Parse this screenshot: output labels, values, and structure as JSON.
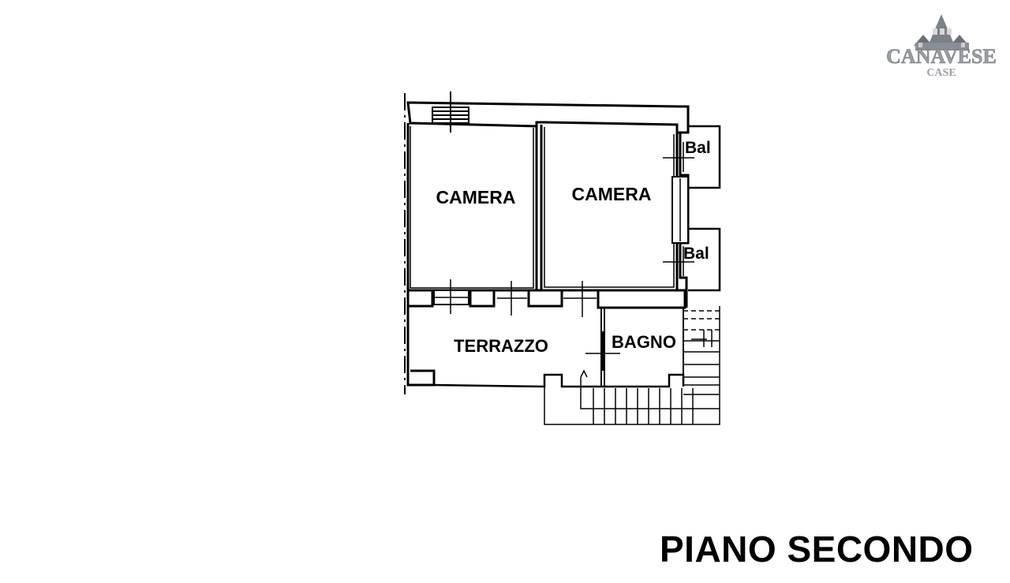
{
  "logo": {
    "brand": "CANAVESE",
    "sub": "CASE"
  },
  "rooms": {
    "camera_left": "CAMERA",
    "camera_right": "CAMERA",
    "balcony_top": "Bal",
    "balcony_bottom": "Bal",
    "terrazzo": "TERRAZZO",
    "bagno": "BAGNO"
  },
  "title": "PIANO SECONDO"
}
